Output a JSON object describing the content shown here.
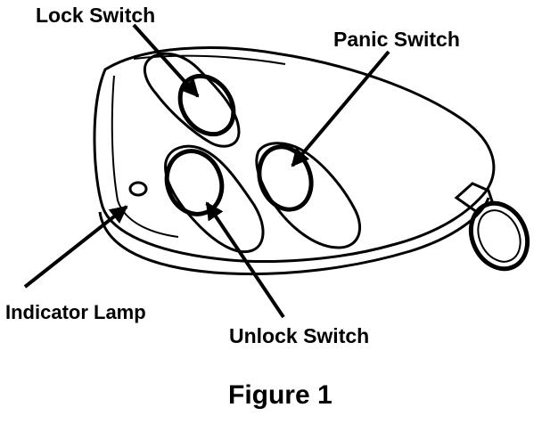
{
  "labels": {
    "lock": "Lock Switch",
    "panic": "Panic Switch",
    "indicator": "Indicator Lamp",
    "unlock": "Unlock Switch"
  },
  "caption": "Figure 1",
  "colors": {
    "ink": "#000000",
    "paper": "#ffffff"
  }
}
